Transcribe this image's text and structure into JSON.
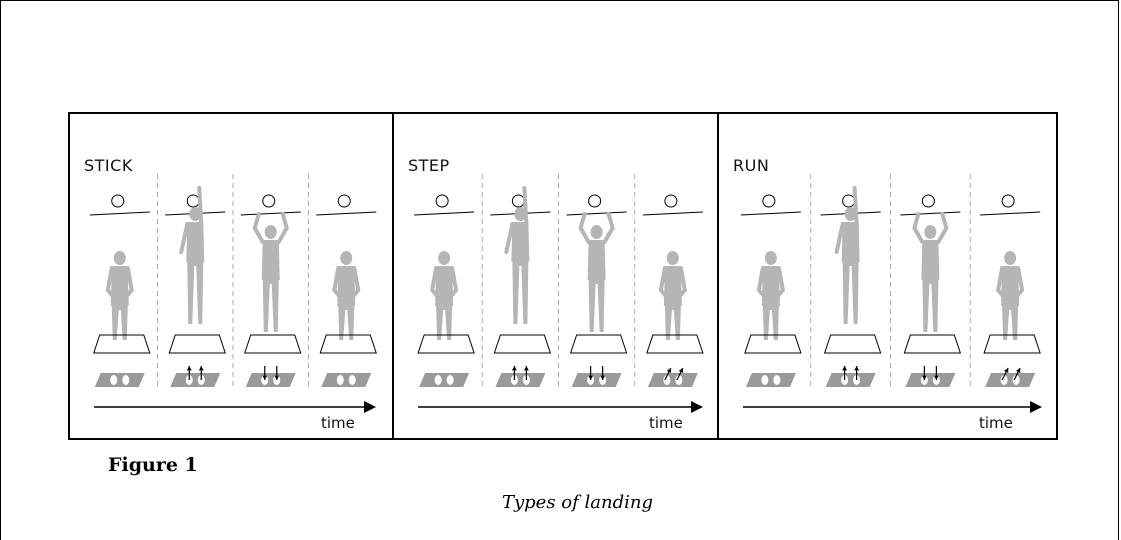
{
  "figure": {
    "panels": [
      {
        "title": "STICK",
        "time_label": "time",
        "foot_arrows": [
          "none",
          "up-up",
          "down-down",
          "none"
        ]
      },
      {
        "title": "STEP",
        "time_label": "time",
        "foot_arrows": [
          "none",
          "up-up",
          "down-down",
          "diag-diag"
        ]
      },
      {
        "title": "RUN",
        "time_label": "time",
        "foot_arrows": [
          "none",
          "up-up",
          "down-down",
          "diag-diag"
        ]
      }
    ],
    "caption": "Figure 1",
    "subcaption": "Types of landing",
    "colors": {
      "silhouette": "#b5b5b5",
      "footpad": "#9a9a9a",
      "line": "#000000",
      "divider": "#aaaaaa"
    }
  }
}
